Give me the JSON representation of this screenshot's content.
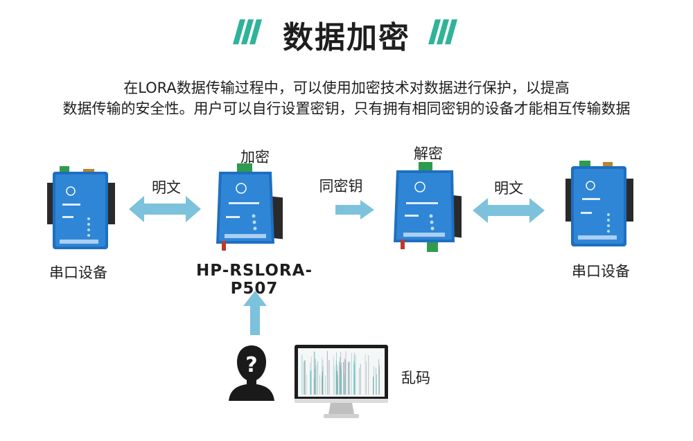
{
  "title": "数据加密",
  "description": {
    "line1": "在LORA数据传输过程中，可以使用加密技术对数据进行保护，以提高",
    "line2": "数据传输的安全性。用户可以自行设置密钥，只有拥有相同密钥的设备才能相互传输数据"
  },
  "labels": {
    "serial_left": "串口设备",
    "serial_right": "串口设备",
    "plain_left": "明文",
    "plain_right": "明文",
    "encrypt": "加密",
    "decrypt": "解密",
    "same_key": "同密钥",
    "model": "HP-RSLORA-P507",
    "garbled": "乱码"
  },
  "colors": {
    "accent_green": "#2fb39a",
    "arrow_blue": "#7cc2dd",
    "device_blue": "#1f6fc0",
    "terminal_green": "#2e9b4e"
  }
}
